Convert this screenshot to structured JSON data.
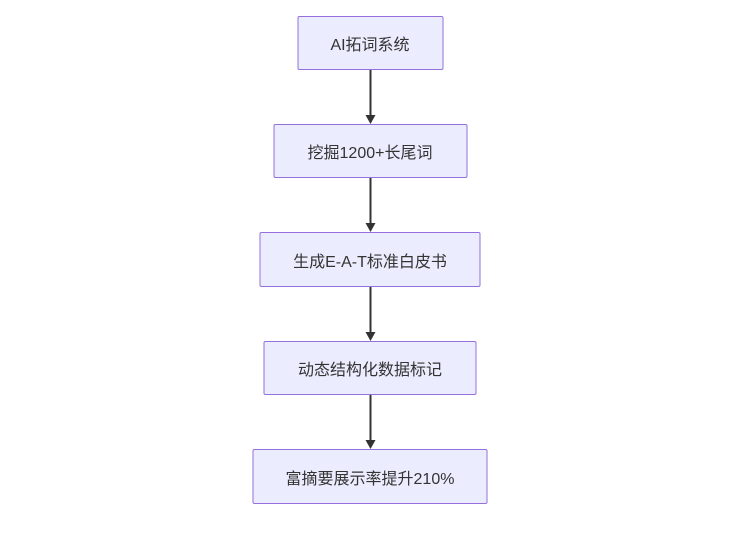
{
  "diagram": {
    "type": "flowchart",
    "direction": "top-down",
    "colors": {
      "background": "#ffffff",
      "node_fill": "#ECECFF",
      "node_border": "#9370DB",
      "node_text": "#333333",
      "arrow": "#333333"
    },
    "nodes": [
      {
        "label": "AI拓词系统"
      },
      {
        "label": "挖掘1200+长尾词"
      },
      {
        "label": "生成E-A-T标准白皮书"
      },
      {
        "label": "动态结构化数据标记"
      },
      {
        "label": "富摘要展示率提升210%"
      }
    ],
    "edges": [
      {
        "from": 0,
        "to": 1
      },
      {
        "from": 1,
        "to": 2
      },
      {
        "from": 2,
        "to": 3
      },
      {
        "from": 3,
        "to": 4
      }
    ]
  }
}
